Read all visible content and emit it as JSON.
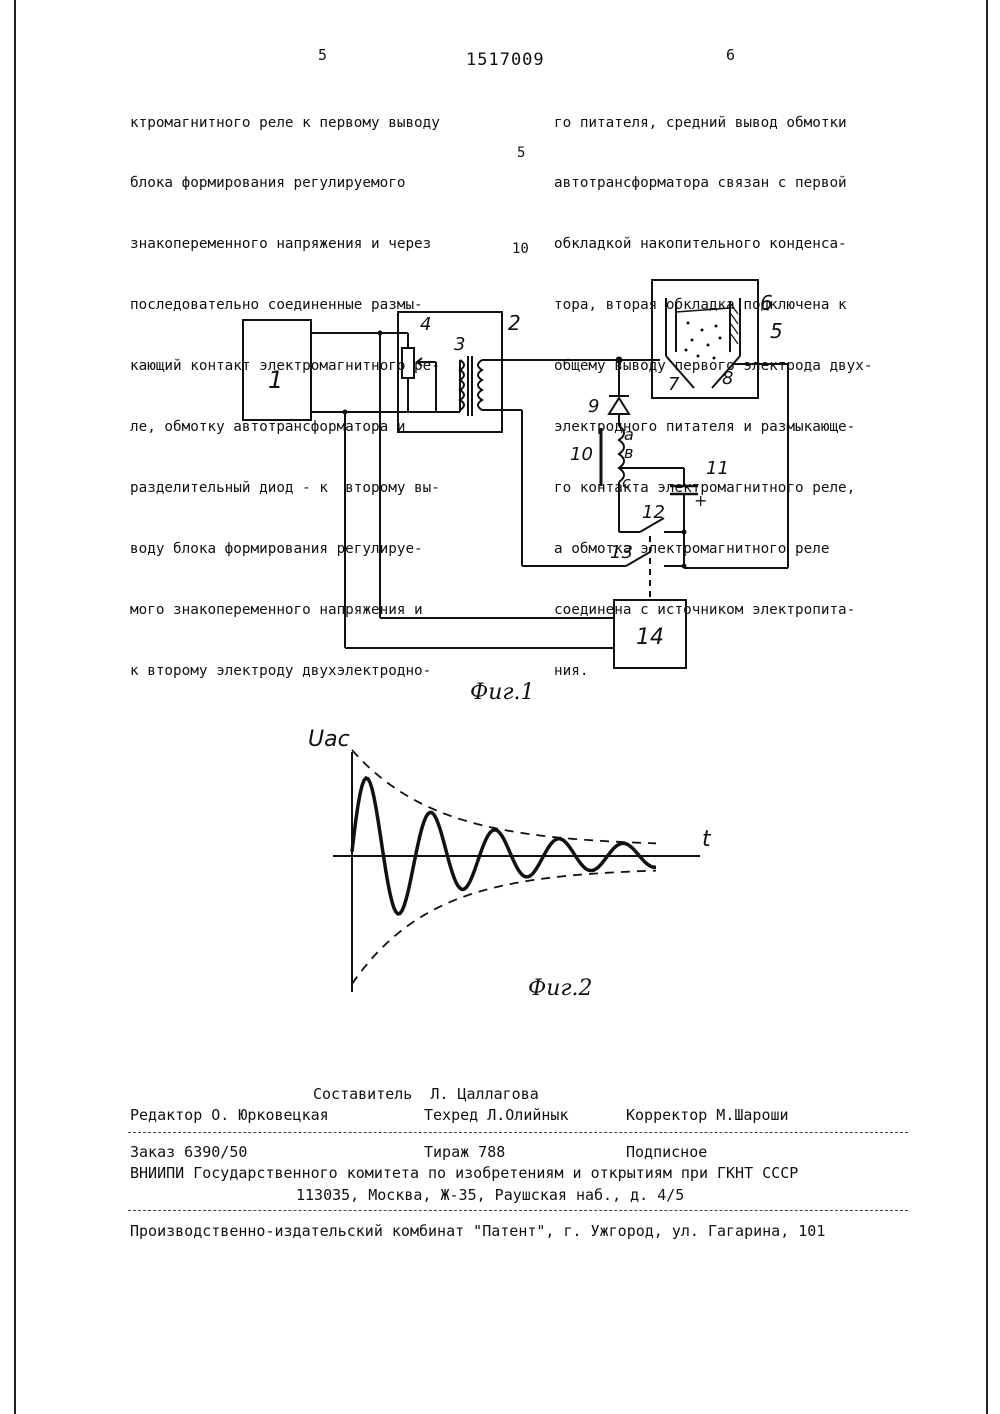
{
  "header": {
    "page_left": "5",
    "doc_number": "1517009",
    "page_right": "6"
  },
  "left_column": [
    "ктромагнитного реле к первому выводу",
    "блока формирования регулируемого",
    "знакопеременного напряжения и через",
    "последовательно соединенные размы-",
    "кающий контакт электромагнитного ре-",
    "ле, обмотку автотрансформатора и",
    "разделительный диод - к  второму вы-",
    "воду блока формирования регулируе-",
    "мого знакопеременного напряжения и",
    "к второму электроду двухэлектродно-"
  ],
  "right_column": [
    "го питателя, средний вывод обмотки",
    "автотрансформатора связан с первой",
    "обкладкой накопительного конденса-",
    "тора, вторая обкладка подключена к",
    "общему выводу первого электрода двух-",
    "электродного питателя и размыкающе-",
    "го контакта электромагнитного реле,",
    "а обмотка электромагнитного реле",
    "соединена с источником электропита-",
    "ния."
  ],
  "margin_numbers": [
    "5",
    "10"
  ],
  "figure1": {
    "labels": {
      "b1": "1",
      "b2": "2",
      "r3": "3",
      "r4": "4",
      "r5": "5",
      "r6": "6",
      "r7": "7",
      "r8": "8",
      "r9": "9",
      "r10": "10",
      "r11": "11",
      "r12": "12",
      "r13": "13",
      "b14": "14",
      "ta": "a",
      "tb": "в",
      "tc": "c",
      "plus": "+"
    },
    "caption": "Фиг.1"
  },
  "figure2": {
    "ylabel": "Uac",
    "xlabel": "t",
    "caption": "Фиг.2"
  },
  "imprint": {
    "compiler": "Составитель  Л. Цаллагова",
    "editor": "Редактор О. Юрковецкая",
    "techred": "Техред Л.Олийнык",
    "corrector": "Корректор М.Шароши",
    "order": "Заказ 6390/50",
    "circulation": "Тираж 788",
    "subscription": "Подписное",
    "vniipi": "ВНИИПИ Государственного комитета по изобретениям и открытиям при ГКНТ СССР",
    "address": "113035, Москва, Ж-35, Раушская наб., д. 4/5",
    "plant": "Производственно-издательский комбинат \"Патент\", г. Ужгород, ул. Гагарина, 101"
  }
}
